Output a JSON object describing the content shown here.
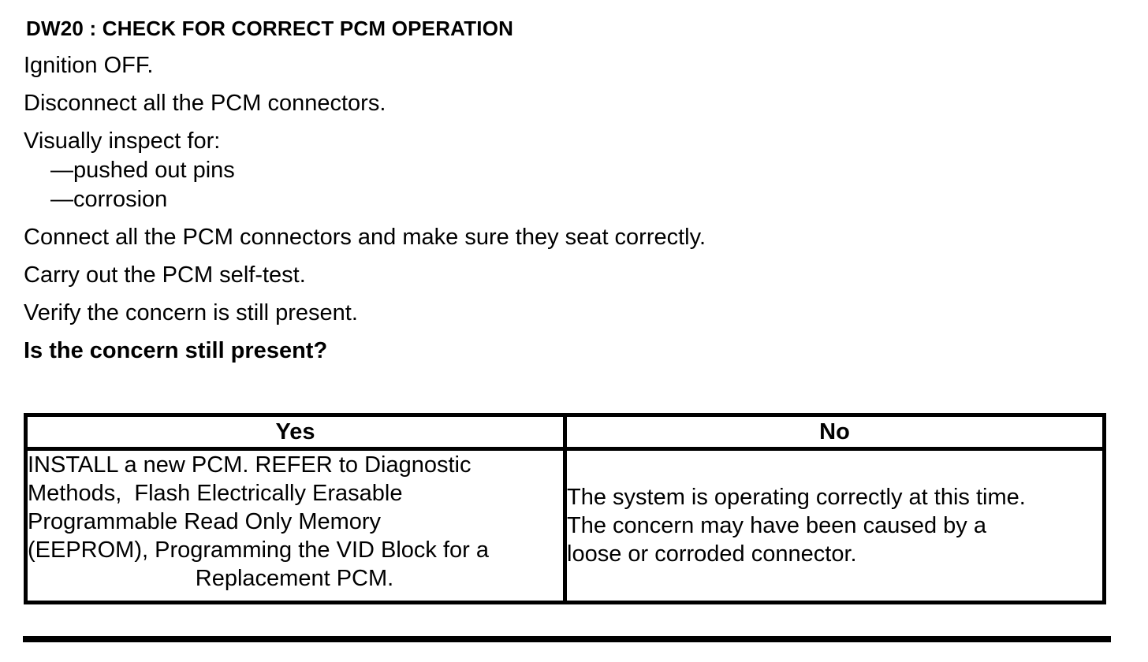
{
  "title": "DW20 : CHECK FOR CORRECT PCM OPERATION",
  "procedure": {
    "steps_before": [
      "Ignition OFF.",
      "Disconnect all the PCM connectors.",
      "Visually inspect for:"
    ],
    "inspect_items": [
      "—pushed out pins",
      "—corrosion"
    ],
    "steps_after": [
      "Connect all the PCM connectors and make sure they seat correctly.",
      "Carry out the PCM self-test.",
      "Verify the concern is still present."
    ],
    "question": "Is the concern still present?"
  },
  "decision_table": {
    "headers": {
      "yes": "Yes",
      "no": "No"
    },
    "yes_cell": {
      "lines": [
        "INSTALL a new PCM. REFER to Diagnostic",
        "Methods,  Flash Electrically Erasable",
        "Programmable Read Only Memory",
        "(EEPROM), Programming the VID Block for a",
        "Replacement PCM."
      ]
    },
    "no_cell": {
      "lines": [
        "The system is operating correctly at this time.",
        "The concern may have been caused by a",
        "loose or corroded connector."
      ]
    }
  },
  "colors": {
    "text": "#000000",
    "background": "#ffffff",
    "border": "#000000"
  }
}
